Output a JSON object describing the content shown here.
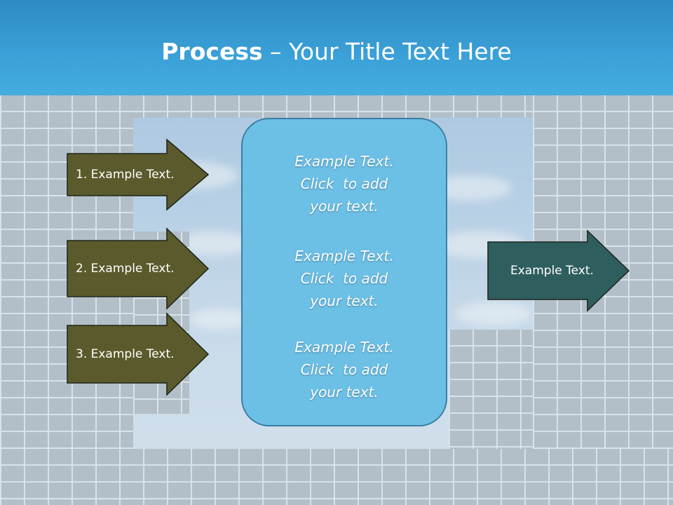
{
  "title": {
    "bold": "Process",
    "rest": " – Your Title Text Here"
  },
  "left_arrows": [
    {
      "label": "1. Example Text."
    },
    {
      "label": "2. Example Text."
    },
    {
      "label": "3. Example Text."
    }
  ],
  "center_box": {
    "blocks": [
      {
        "lines": [
          "Example Text.",
          "Click  to add",
          "your text."
        ]
      },
      {
        "lines": [
          "Example Text.",
          "Click  to add",
          "your text."
        ]
      },
      {
        "lines": [
          "Example Text.",
          "Click  to add",
          "your text."
        ]
      }
    ]
  },
  "right_arrow": {
    "label": "Example Text."
  },
  "colors": {
    "title_bar": "#3ba1d8",
    "left_arrow_fill": "#5a5a2c",
    "right_arrow_fill": "#2f5e5e",
    "arrow_stroke": "#1d2418",
    "center_box_fill": "#6cc0e6",
    "center_box_border": "#3b7ea3"
  }
}
